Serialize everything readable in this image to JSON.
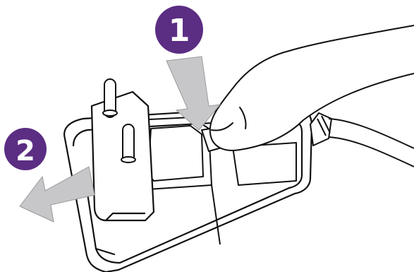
{
  "steps": [
    {
      "number": "1",
      "action": "press-release-button",
      "icon": "down-arrow-icon"
    },
    {
      "number": "2",
      "action": "slide-plug-out",
      "icon": "left-arrow-icon"
    }
  ],
  "colors": {
    "badge": "#5b2d83",
    "arrow": "#c7c7c9",
    "outline": "#111111",
    "background": "#ffffff"
  }
}
